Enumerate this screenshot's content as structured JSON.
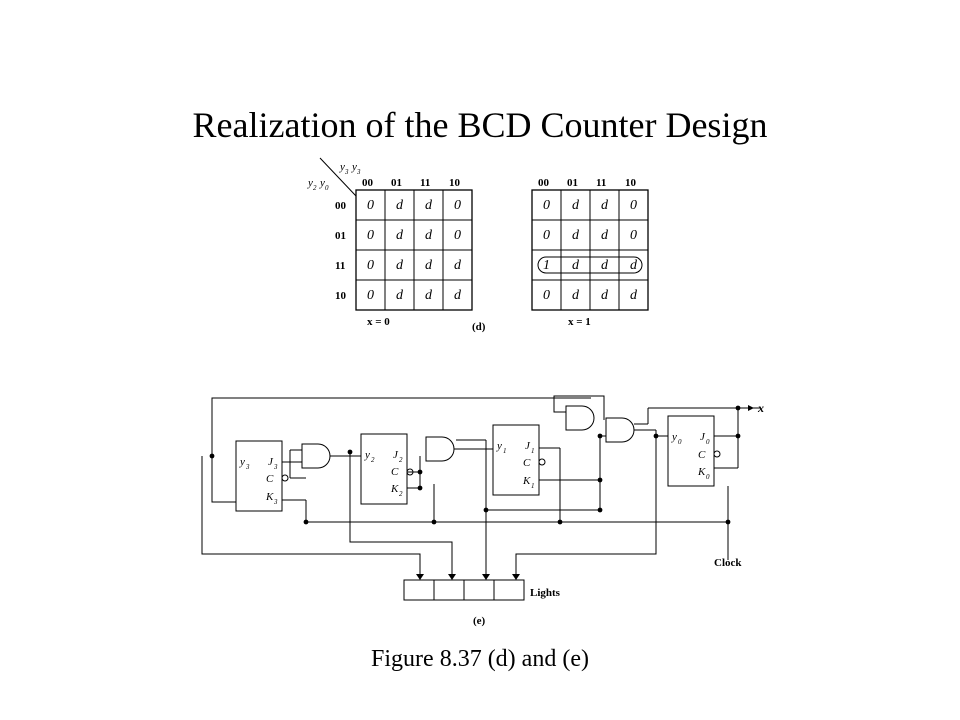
{
  "title": "Realization of the BCD Counter Design",
  "caption": "Figure 8.37 (d) and (e)",
  "kmaps": {
    "corner_top": "y",
    "corner_top_sub": "3",
    "corner_top2": "y",
    "corner_top2_sub": "3",
    "corner_bottom": "y",
    "corner_bottom_sub": "2",
    "corner_bottom2": "y",
    "corner_bottom2_sub": "0",
    "col_headers": [
      "00",
      "01",
      "11",
      "10"
    ],
    "row_headers": [
      "00",
      "01",
      "11",
      "10"
    ],
    "map0": {
      "label": "x = 0",
      "cells": [
        [
          "0",
          "d",
          "d",
          "0"
        ],
        [
          "0",
          "d",
          "d",
          "0"
        ],
        [
          "0",
          "d",
          "d",
          "d"
        ],
        [
          "0",
          "d",
          "d",
          "d"
        ]
      ]
    },
    "map1": {
      "label": "x = 1",
      "cells": [
        [
          "0",
          "d",
          "d",
          "0"
        ],
        [
          "0",
          "d",
          "d",
          "0"
        ],
        [
          "1",
          "d",
          "d",
          "d"
        ],
        [
          "0",
          "d",
          "d",
          "d"
        ]
      ]
    },
    "part_label": "(d)"
  },
  "circuit": {
    "part_label": "(e)",
    "input_x": "x",
    "clock_label": "Clock",
    "lights_label": "Lights",
    "flipflops": [
      {
        "q": "y",
        "q_sub": "3",
        "j": "J",
        "j_sub": "3",
        "c": "C",
        "k": "K",
        "k_sub": "3"
      },
      {
        "q": "y",
        "q_sub": "2",
        "j": "J",
        "j_sub": "2",
        "c": "C",
        "k": "K",
        "k_sub": "2"
      },
      {
        "q": "y",
        "q_sub": "1",
        "j": "J",
        "j_sub": "1",
        "c": "C",
        "k": "K",
        "k_sub": "1"
      },
      {
        "q": "y",
        "q_sub": "0",
        "j": "J",
        "j_sub": "0",
        "c": "C",
        "k": "K",
        "k_sub": "0"
      }
    ]
  }
}
